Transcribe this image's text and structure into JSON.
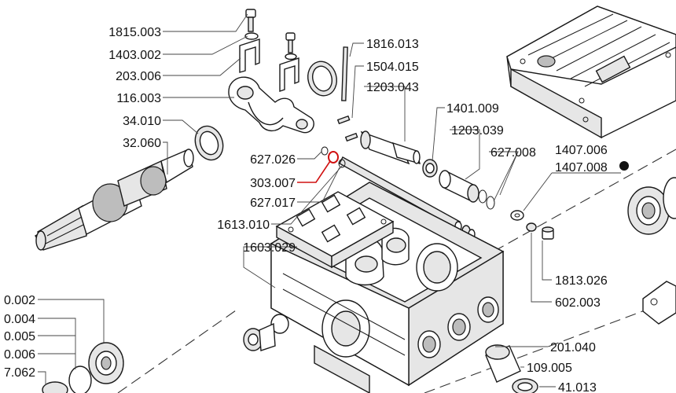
{
  "labels": {
    "l1815_003": "1815.003",
    "l1403_002": "1403.002",
    "l203_006": "203.006",
    "l116_003": "116.003",
    "l34_010": "34.010",
    "l32_060": "32.060",
    "l1816_013": "1816.013",
    "l1504_015": "1504.015",
    "l1203_043": "1203.043",
    "l1401_009": "1401.009",
    "l1203_039": "1203.039",
    "l627_008": "627.008",
    "l1407_006": "1407.006",
    "l1407_008": "1407.008",
    "l627_026": "627.026",
    "l303_007": "303.007",
    "l627_017": "627.017",
    "l1613_010": "1613.010",
    "l1603_029": "1603.029",
    "l1813_026": "1813.026",
    "l602_003": "602.003",
    "l201_040": "201.040",
    "l109_005": "109.005",
    "l41_013": "41.013",
    "lc_002": "0.002",
    "lc_004": "0.004",
    "lc_005": "0.005",
    "lc_006": "0.006",
    "lc_062": "7.062"
  },
  "colors": {
    "highlight": "#d01010",
    "ink": "#1a1a1a"
  }
}
